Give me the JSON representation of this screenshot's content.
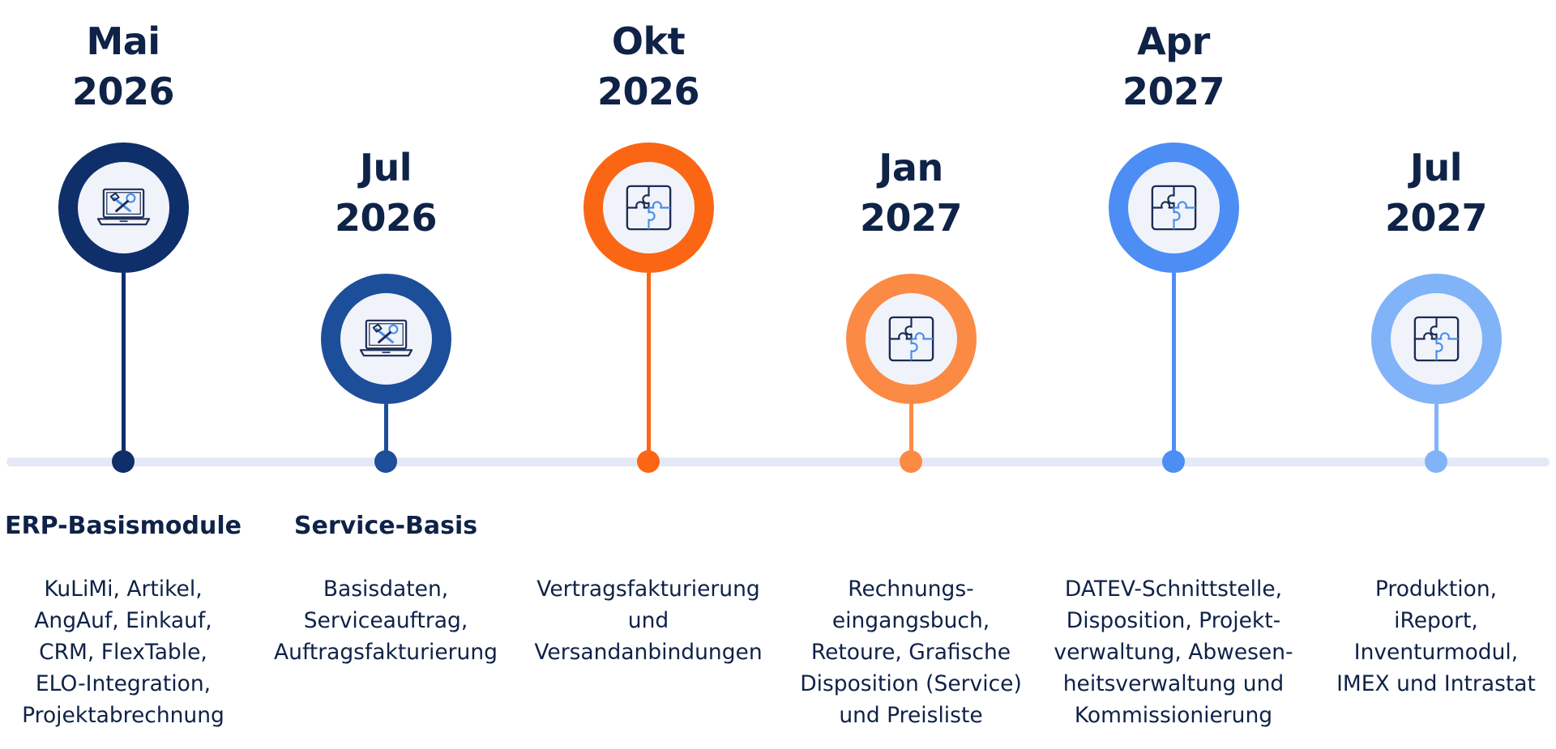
{
  "milestones": [
    {
      "date": [
        "Mai",
        "2026"
      ],
      "title": "ERP-Basismodule",
      "lines": [
        "KuLiMi, Artikel,",
        "AngAuf, Einkauf,",
        "CRM, FlexTable,",
        "ELO-Integration,",
        "Projektabrechnung"
      ],
      "icon": "laptop-tools-icon",
      "color": "#0e2f6a"
    },
    {
      "date": [
        "Jul",
        "2026"
      ],
      "title": "Service-Basis",
      "lines": [
        "Basisdaten,",
        "Serviceauftrag,",
        "Auftragsfakturierung"
      ],
      "icon": "laptop-tools-icon",
      "color": "#1d4e9a"
    },
    {
      "date": [
        "Okt",
        "2026"
      ],
      "title": "",
      "lines": [
        "Vertragsfakturierung",
        "und",
        "Versandanbindungen"
      ],
      "icon": "puzzle-icon",
      "color": "#fb6614"
    },
    {
      "date": [
        "Jan",
        "2027"
      ],
      "title": "",
      "lines": [
        "Rechnungs-",
        "eingangsbuch,",
        "Retoure, Grafische",
        "Disposition (Service)",
        "und Preisliste"
      ],
      "icon": "puzzle-icon",
      "color": "#fb8a45"
    },
    {
      "date": [
        "Apr",
        "2027"
      ],
      "title": "",
      "lines": [
        "DATEV-Schnittstelle,",
        "Disposition, Projekt-",
        "verwaltung, Abwesen-",
        "heitsverwaltung und",
        "Kommissionierung"
      ],
      "icon": "puzzle-icon",
      "color": "#4d8ef5"
    },
    {
      "date": [
        "Jul",
        "2027"
      ],
      "title": "",
      "lines": [
        "Produktion,",
        "iReport,",
        "Inventurmodul,",
        "IMEX und Intrastat"
      ],
      "icon": "puzzle-icon",
      "color": "#80b3f8"
    }
  ],
  "colors": {
    "axis": "#e5e9f6",
    "text": "#0f2247",
    "icon_bg": "#f1f3fa",
    "icon_stroke": "#1a2c55",
    "icon_accent": "#4a8fe8"
  }
}
